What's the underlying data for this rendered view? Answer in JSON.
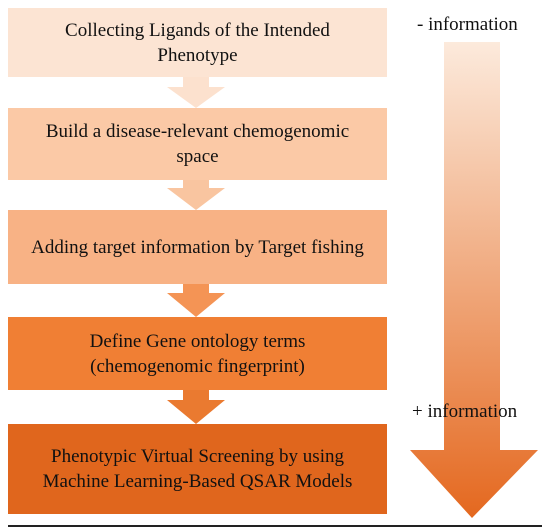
{
  "steps": [
    {
      "lines": [
        "Collecting Ligands of the Intended",
        "Phenotype"
      ],
      "color": "#FCE4D3"
    },
    {
      "lines": [
        "Build a disease-relevant chemogenomic",
        "space"
      ],
      "color": "#FBC9A6"
    },
    {
      "lines": [
        "Adding target information by Target fishing"
      ],
      "color": "#F8B285"
    },
    {
      "lines": [
        "Define Gene ontology terms",
        "(chemogenomic fingerprint)"
      ],
      "color": "#F07F34"
    },
    {
      "lines": [
        "Phenotypic Virtual Screening by using",
        "Machine Learning-Based QSAR Models"
      ],
      "color": "#E0661D"
    }
  ],
  "arrow_colors": [
    "#FCE1CE",
    "#F9C5A0",
    "#F49455",
    "#EA7A30"
  ],
  "info_arrow": {
    "top_label": "- information",
    "bottom_label": "+ information",
    "gradient_top": "#FCEADC",
    "gradient_bottom": "#E4681F"
  }
}
